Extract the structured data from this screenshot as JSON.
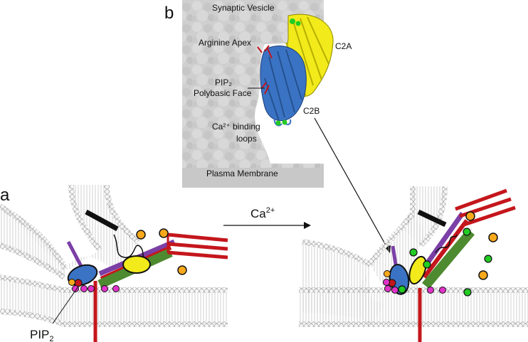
{
  "panel_b": {
    "letter": "b",
    "labels": {
      "synaptic_vesicle": "Synaptic Vesicle",
      "arginine_apex": "Arginine Apex",
      "pip2": "PIP₂",
      "polybasic_face": "Polybasic Face",
      "c2a": "C2A",
      "c2b": "C2B",
      "ca_binding_loops_line1": "Ca²⁺ binding",
      "ca_binding_loops_line2": "loops",
      "plasma_membrane": "Plasma Membrane"
    }
  },
  "panel_a": {
    "letter": "a",
    "pip2_label_main": "PIP",
    "pip2_label_sub": "2",
    "arrow_label_main": "Ca",
    "arrow_label_sup": "2+"
  },
  "colors": {
    "c2a_yellow": "#f2ea1a",
    "c2b_blue": "#3b73c4",
    "snare_red": "#c4161c",
    "snare_green": "#4e8a2f",
    "snare_purple": "#7b3fa6",
    "calcium_green": "#22cc22",
    "ion_orange": "#f7a81b",
    "lipid_magenta": "#e033c8",
    "lipid_head_gray": "#cfcfcf",
    "structure_gray": "#d2d2d2"
  }
}
